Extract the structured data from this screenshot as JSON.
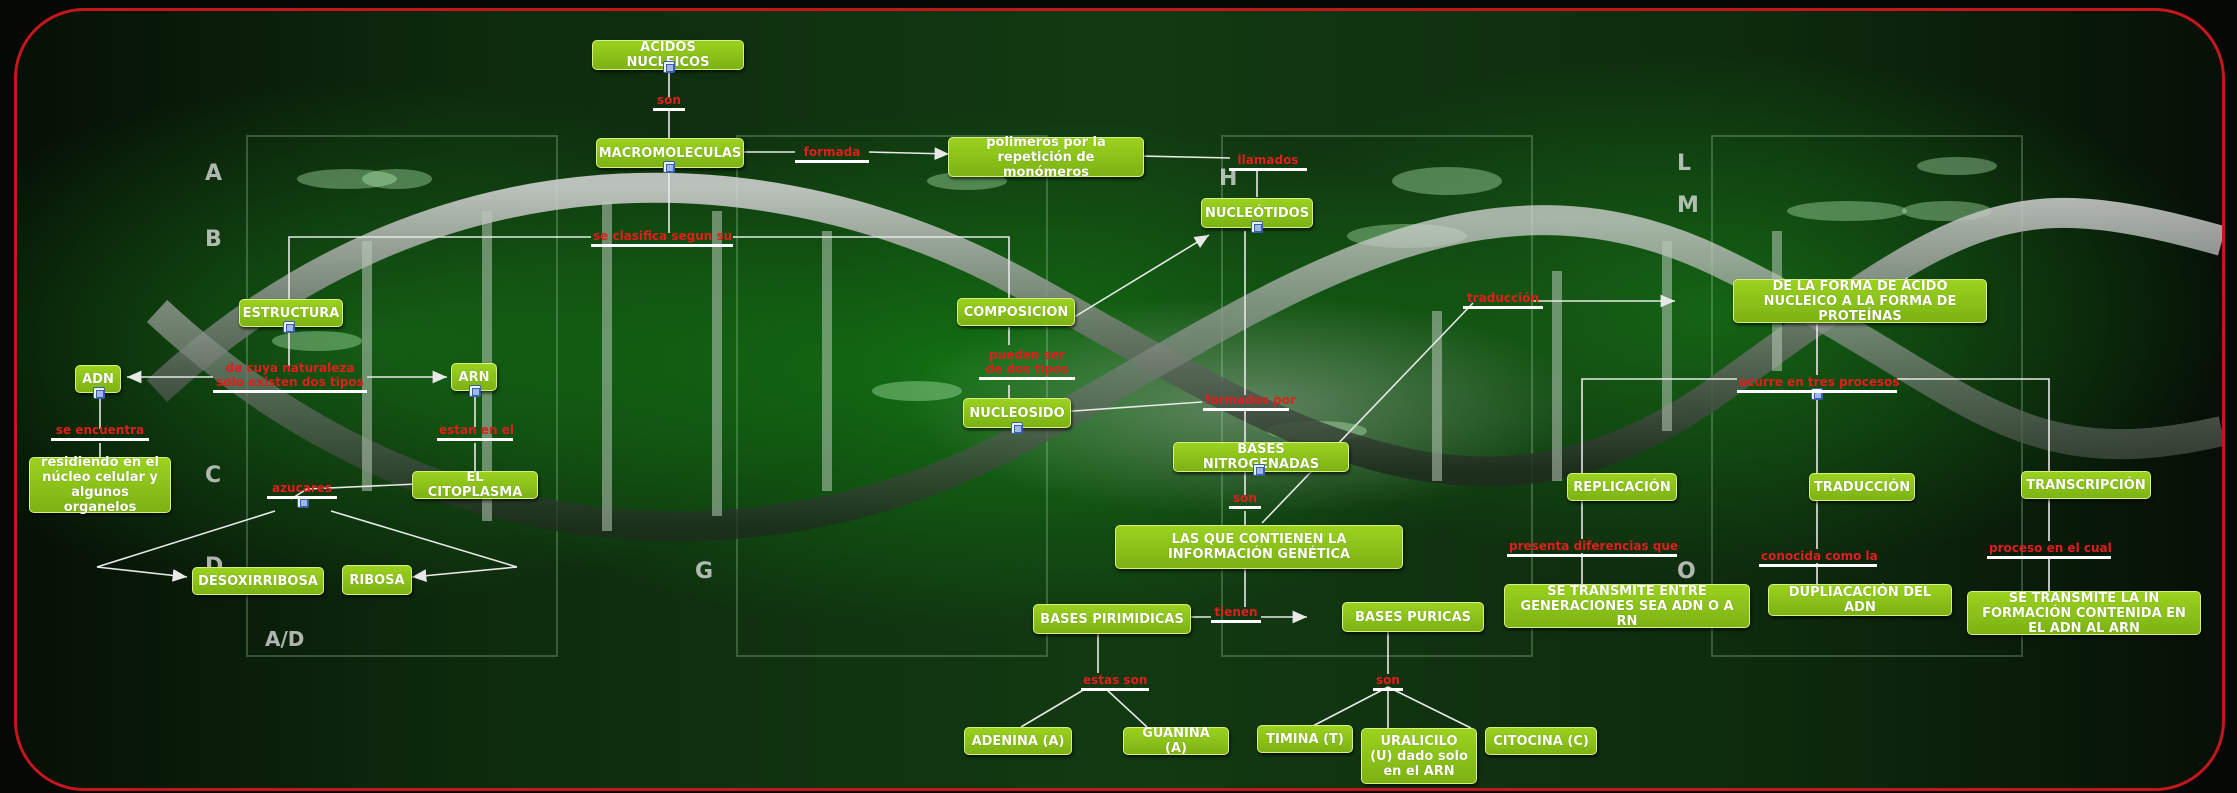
{
  "colors": {
    "node": "#8ac61a",
    "label": "#e01e1e",
    "frame": "#c4161c",
    "line": "#e8e8e8"
  },
  "background_letters": [
    "A",
    "B",
    "C",
    "D",
    "A/D",
    "G",
    "H",
    "L",
    "M",
    "O"
  ],
  "nodes": {
    "acidos_nucleicos": "ACIDOS NUCLEICOS",
    "macromoleculas": "MACROMOLECULAS",
    "polimeros": "polimeros por la repetición de monómeros",
    "nucleotidos": "NUCLEÓTIDOS",
    "estructura": "ESTRUCTURA",
    "composicion": "COMPOSICION",
    "adn": "ADN",
    "arn": "ARN",
    "nucleosido": "NUCLEOSIDO",
    "residiendo": "residiendo en el núcleo celular y algunos organelos",
    "citoplasma": "EL CITOPLASMA",
    "bases_nitrogenadas": "BASES NITROGENADAS",
    "desoxirribosa": "DESOXIRRIBOSA",
    "ribosa": "RIBOSA",
    "informacion_genetica": "LAS QUE CONTIENEN LA INFORMACIÓN GENÉTICA",
    "bases_pirimidicas": "BASES PIRIMIDICAS",
    "bases_puricas": "BASES PURICAS",
    "adenina": "ADENINA (A)",
    "guanina": "GUANINA (A)",
    "timina": "TIMINA (T)",
    "uracilo": "URALICILO (U) dado solo en el ARN",
    "citocina": "CITOCINA (C)",
    "forma_proteinas": "DE LA FORMA DE ÁCIDO NUCLEICO A LA FORMA DE PROTEÍNAS",
    "replicacion": "REPLICACIÓN",
    "traduccion": "TRADUCCIÓN",
    "transcripcion": "TRANSCRIPCIÓN",
    "transmite_generaciones": "SE TRANSMITE ENTRE GENERACIONES SEA ADN O A RN",
    "dupliacacion": "DUPLIACACIÓN DEL ADN",
    "transmite_informacion": "SE TRANSMITE LA IN FORMACIÓN CONTENIDA EN EL ADN AL ARN"
  },
  "links": {
    "son_1": "son",
    "formada": "formada",
    "llamados": "llamados",
    "se_clasifica": "se clasifica segun su",
    "de_cuya_naturaleza": "de cuya naturaleza solo existen dos tipos",
    "pueden_ser": "pueden ser de dos tipos",
    "se_encuentra": "se encuentra",
    "estan_en_el": "estan en el",
    "formados_por": "formados por",
    "azucares": "azucares",
    "son_2": "son",
    "tienen": "tienen",
    "estas_son": "estas son",
    "son_3": "son",
    "traduccion": "traducción",
    "ocurre_en": "ocurre en tres procesos",
    "presenta_diferencias": "presenta diferencias que",
    "conocida_como": "conocida como la",
    "proceso_en_el_cual": "proceso en el cual"
  }
}
